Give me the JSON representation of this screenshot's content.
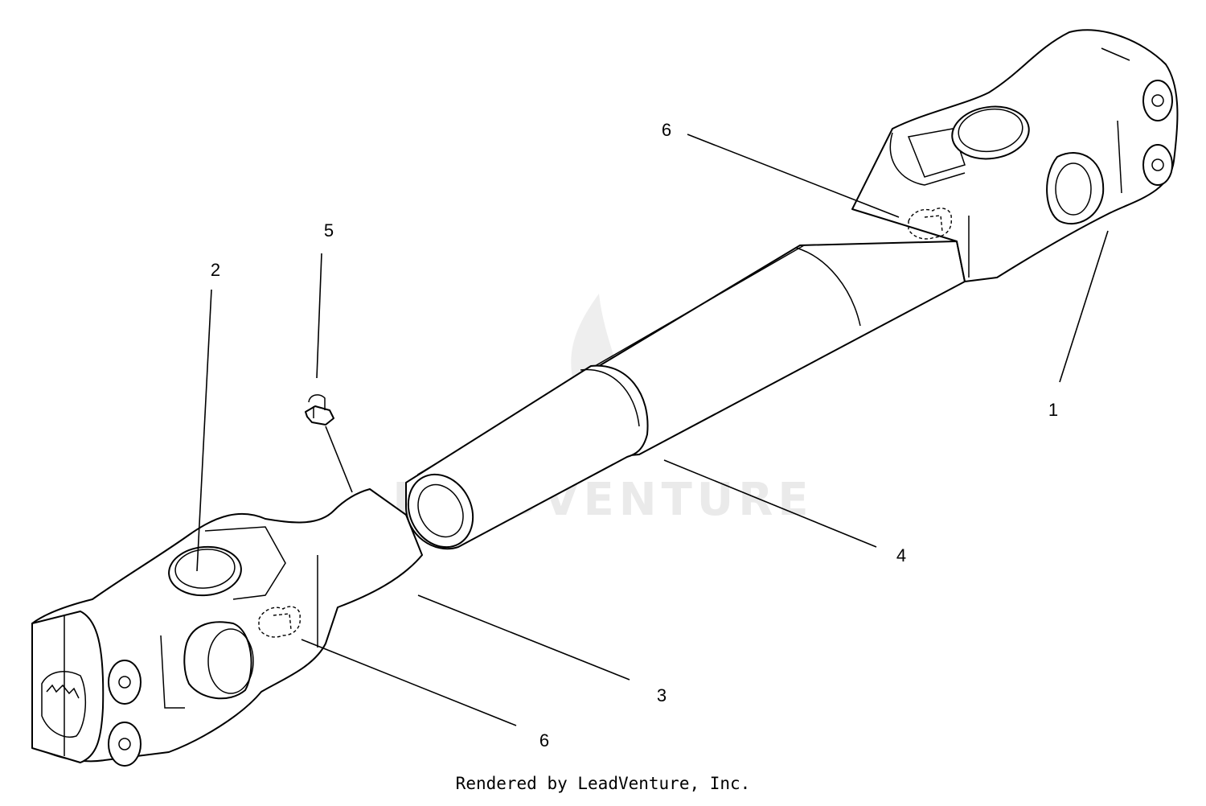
{
  "callouts": {
    "c1": "1",
    "c2": "2",
    "c3": "3",
    "c4": "4",
    "c5": "5",
    "c6_upper": "6",
    "c6_lower": "6"
  },
  "watermark": "LEADVENTURE",
  "footer": "Rendered by LeadVenture, Inc."
}
